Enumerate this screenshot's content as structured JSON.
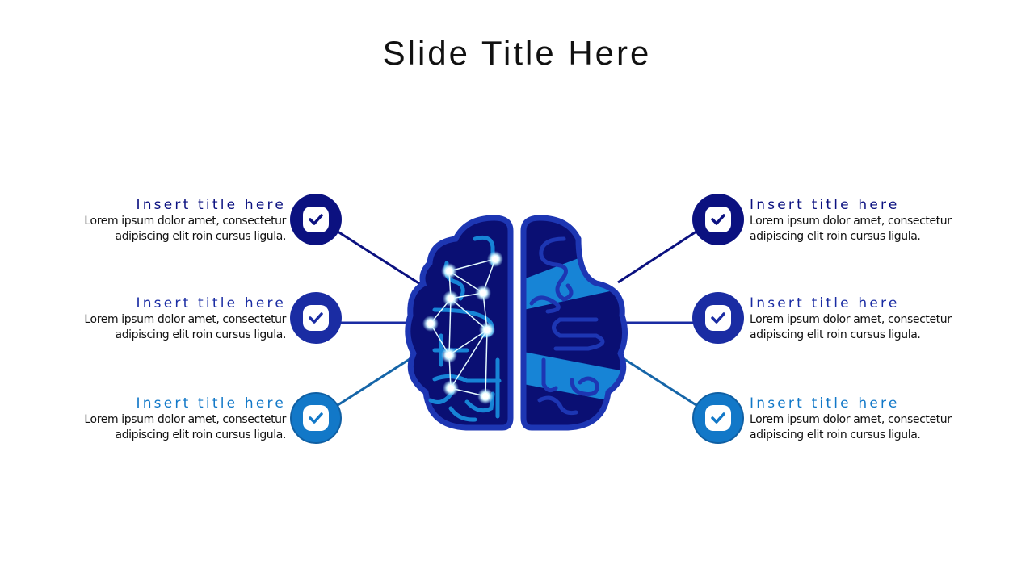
{
  "slide": {
    "title": "Slide Title Here"
  },
  "colors": {
    "dark": "#0b1180",
    "mid": "#1a2ca3",
    "light": "#1278c8",
    "brain_dark": "#0a0f73",
    "brain_outline": "#1d36b3",
    "brain_accent": "#1784d6",
    "node": "#dff8ff"
  },
  "items": [
    {
      "side": "left",
      "level": "top",
      "title": "Insert title here",
      "desc_line1": "Lorem ipsum dolor amet, consectetur",
      "desc_line2": "adipiscing elit roin cursus ligula.",
      "icon": "check-icon"
    },
    {
      "side": "left",
      "level": "middle",
      "title": "Insert title here",
      "desc_line1": "Lorem ipsum dolor amet, consectetur",
      "desc_line2": "adipiscing elit roin cursus ligula.",
      "icon": "check-icon"
    },
    {
      "side": "left",
      "level": "bottom",
      "title": "Insert title here",
      "desc_line1": "Lorem ipsum dolor amet, consectetur",
      "desc_line2": "adipiscing elit roin cursus ligula.",
      "icon": "check-icon"
    },
    {
      "side": "right",
      "level": "top",
      "title": "Insert title here",
      "desc_line1": "Lorem ipsum dolor amet, consectetur",
      "desc_line2": "adipiscing elit roin cursus ligula.",
      "icon": "check-icon"
    },
    {
      "side": "right",
      "level": "middle",
      "title": "Insert title here",
      "desc_line1": "Lorem ipsum dolor amet, consectetur",
      "desc_line2": "adipiscing elit roin cursus ligula.",
      "icon": "check-icon"
    },
    {
      "side": "right",
      "level": "bottom",
      "title": "Insert title here",
      "desc_line1": "Lorem ipsum dolor amet, consectetur",
      "desc_line2": "adipiscing elit roin cursus ligula.",
      "icon": "check-icon"
    }
  ],
  "center_graphic": {
    "icon": "brain-icon",
    "left_hemisphere": "neural-network-nodes",
    "right_hemisphere": "striped-gyri"
  }
}
